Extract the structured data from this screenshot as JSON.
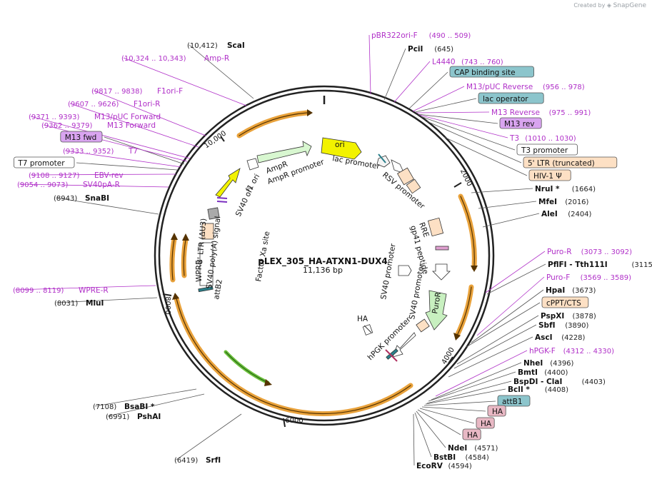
{
  "credit": {
    "prefix": "Created by",
    "brand": "SnapGene"
  },
  "plasmid": {
    "name": "pLEX_305_HA-ATXN1-DUX4",
    "length_text": "11,136 bp"
  },
  "colors": {
    "primer": "#b030c8",
    "site": "#111111",
    "orf": "#e9a23b",
    "ori": "#f2f200",
    "promoter_green": "#d8f7d0",
    "ltr": "#fde0c4",
    "cap": "#8cc5cc",
    "m13rev": "#d9a4f0",
    "ha": "#e8b8c4"
  },
  "ticks": [
    "2000",
    "4000",
    "6000",
    "8000",
    "10,000"
  ],
  "inner_features": [
    {
      "label": "ori"
    },
    {
      "label": "lac promoter"
    },
    {
      "label": "RSV promoter"
    },
    {
      "label": "RRE"
    },
    {
      "label": "gp41 peptide"
    },
    {
      "label": "SV40 promoter"
    },
    {
      "label": "SV40 promoter"
    },
    {
      "label": "PuroR"
    },
    {
      "label": "HA"
    },
    {
      "label": "hPGK promoter"
    },
    {
      "label": "AmpR"
    },
    {
      "label": "AmpR promoter"
    },
    {
      "label": "f1 ori"
    },
    {
      "label": "SV40 ori"
    },
    {
      "label": "3' LTR (ΔU3)"
    },
    {
      "label": "WPRE"
    },
    {
      "label": "SV40 poly(A) signal"
    },
    {
      "label": "attB2"
    },
    {
      "label": "Factor Xa site"
    }
  ],
  "labels": [
    {
      "kind": "primer",
      "name": "pBR322ori-F",
      "coord": "(490 .. 509)"
    },
    {
      "kind": "site",
      "name": "PciI",
      "coord": "(645)"
    },
    {
      "kind": "primer",
      "name": "L4440",
      "coord": "(743 .. 760)"
    },
    {
      "kind": "box",
      "name": "CAP binding site",
      "coord": ""
    },
    {
      "kind": "primer",
      "name": "M13/pUC Reverse",
      "coord": "(956 .. 978)"
    },
    {
      "kind": "box",
      "name": "lac operator",
      "coord": ""
    },
    {
      "kind": "primer",
      "name": "M13 Reverse",
      "coord": "(975 .. 991)"
    },
    {
      "kind": "box",
      "name": "M13 rev",
      "coord": ""
    },
    {
      "kind": "primer",
      "name": "T3",
      "coord": "(1010 .. 1030)"
    },
    {
      "kind": "box",
      "name": "T3 promoter",
      "coord": ""
    },
    {
      "kind": "box",
      "name": "5' LTR (truncated)",
      "coord": ""
    },
    {
      "kind": "box",
      "name": "HIV-1 Ψ",
      "coord": ""
    },
    {
      "kind": "site",
      "name": "NruI *",
      "coord": "(1664)"
    },
    {
      "kind": "site",
      "name": "MfeI",
      "coord": "(2016)"
    },
    {
      "kind": "site",
      "name": "AleI",
      "coord": "(2404)"
    },
    {
      "kind": "primer",
      "name": "Puro-R",
      "coord": "(3073 .. 3092)"
    },
    {
      "kind": "site",
      "name": "PflFI - Tth111I",
      "coord": "(3115)"
    },
    {
      "kind": "primer",
      "name": "Puro-F",
      "coord": "(3569 .. 3589)"
    },
    {
      "kind": "site",
      "name": "HpaI",
      "coord": "(3673)"
    },
    {
      "kind": "box",
      "name": "cPPT/CTS",
      "coord": ""
    },
    {
      "kind": "site",
      "name": "PspXI",
      "coord": "(3878)"
    },
    {
      "kind": "site",
      "name": "SbfI",
      "coord": "(3890)"
    },
    {
      "kind": "site",
      "name": "AscI",
      "coord": "(4228)"
    },
    {
      "kind": "primer",
      "name": "hPGK-F",
      "coord": "(4312 .. 4330)"
    },
    {
      "kind": "site",
      "name": "NheI",
      "coord": "(4396)"
    },
    {
      "kind": "site",
      "name": "BmtI",
      "coord": "(4400)"
    },
    {
      "kind": "site",
      "name": "BspDI - ClaI",
      "coord": "(4403)"
    },
    {
      "kind": "site",
      "name": "BclI *",
      "coord": "(4408)"
    },
    {
      "kind": "box",
      "name": "attB1",
      "coord": ""
    },
    {
      "kind": "box",
      "name": "HA",
      "coord": ""
    },
    {
      "kind": "box",
      "name": "HA",
      "coord": ""
    },
    {
      "kind": "box",
      "name": "HA",
      "coord": ""
    },
    {
      "kind": "site",
      "name": "NdeI",
      "coord": "(4571)"
    },
    {
      "kind": "site",
      "name": "BstBI",
      "coord": "(4584)"
    },
    {
      "kind": "site",
      "name": "EcoRV",
      "coord": "(4594)"
    },
    {
      "kind": "site",
      "name": "SrfI",
      "coord": "(6419)"
    },
    {
      "kind": "site",
      "name": "PshAI",
      "coord": "(6991)"
    },
    {
      "kind": "site",
      "name": "BsaBI *",
      "coord": "(7108)"
    },
    {
      "kind": "site",
      "name": "MluI",
      "coord": "(8031)"
    },
    {
      "kind": "primer",
      "name": "WPRE-R",
      "coord": "(8099 .. 8119)"
    },
    {
      "kind": "site",
      "name": "SnaBI",
      "coord": "(8943)"
    },
    {
      "kind": "primer",
      "name": "SV40pA-R",
      "coord": "(9054 .. 9073)"
    },
    {
      "kind": "primer",
      "name": "EBV-rev",
      "coord": "(9108 .. 9127)"
    },
    {
      "kind": "box",
      "name": "T7 promoter",
      "coord": ""
    },
    {
      "kind": "primer",
      "name": "T7",
      "coord": "(9333 .. 9352)"
    },
    {
      "kind": "box",
      "name": "M13 fwd",
      "coord": ""
    },
    {
      "kind": "primer",
      "name": "M13 Forward",
      "coord": "(9362 .. 9379)"
    },
    {
      "kind": "primer",
      "name": "M13/pUC Forward",
      "coord": "(9371 .. 9393)"
    },
    {
      "kind": "primer",
      "name": "F1ori-R",
      "coord": "(9607 .. 9626)"
    },
    {
      "kind": "primer",
      "name": "F1ori-F",
      "coord": "(9817 .. 9838)"
    },
    {
      "kind": "primer",
      "name": "Amp-R",
      "coord": "(10,324 .. 10,343)"
    },
    {
      "kind": "site",
      "name": "ScaI",
      "coord": "(10,412)"
    }
  ]
}
